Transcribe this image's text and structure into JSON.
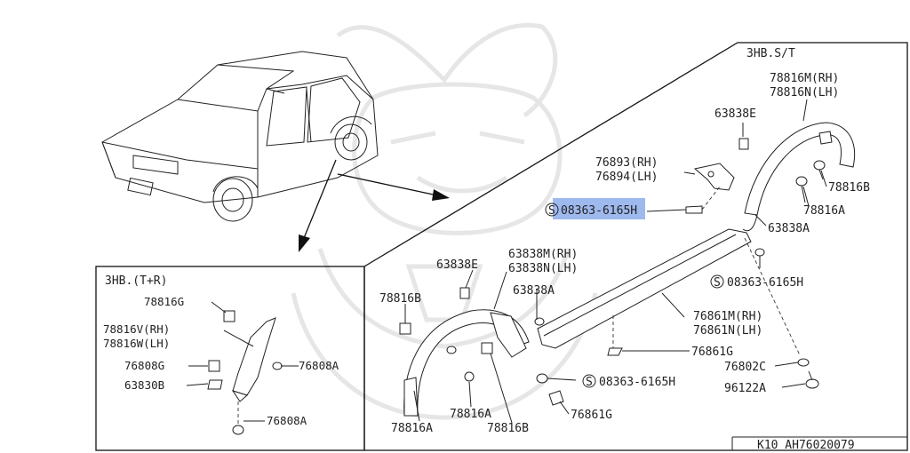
{
  "inset_main": {
    "title": "3HB.S/T"
  },
  "inset_lower": {
    "title": "3HB.(T+R)"
  },
  "footer": {
    "ref": "K10  AH76020079"
  },
  "callouts": {
    "p78816m": "78816M(RH)",
    "p78816n": "78816N(LH)",
    "p63838e_top": "63838E",
    "p76893": "76893(RH)",
    "p76894": "76894(LH)",
    "p78816b_top": "78816B",
    "p08363_sel": "08363-6165H",
    "p78816a_top": "78816A",
    "p63838a_top": "63838A",
    "p08363_mid": "08363-6165H",
    "p63838e_mid": "63838E",
    "p63838m": "63838M(RH)",
    "p63838n": "63838N(LH)",
    "p63838a_mid": "63838A",
    "p78816b_mid": "78816B",
    "p76861m": "76861M(RH)",
    "p76861n": "76861N(LH)",
    "p76861g_a": "76861G",
    "p76802c": "76802C",
    "p08363_low": "08363-6165H",
    "p96122a": "96122A",
    "p78816a_low1": "78816A",
    "p78816a_low2": "78816A",
    "p78816b_low": "78816B",
    "p76861g_b": "76861G",
    "p78816g": "78816G",
    "p78816v": "78816V(RH)",
    "p78816w": "78816W(LH)",
    "p76808g": "76808G",
    "p76808a_r": "76808A",
    "p63830b": "63830B",
    "p76808a_b": "76808A"
  },
  "icons": {
    "s_marker": "S",
    "watermark": "samurai-helmet-watermark"
  },
  "colors": {
    "line": "#222222",
    "highlight": "#7da2e8",
    "background": "#ffffff"
  }
}
